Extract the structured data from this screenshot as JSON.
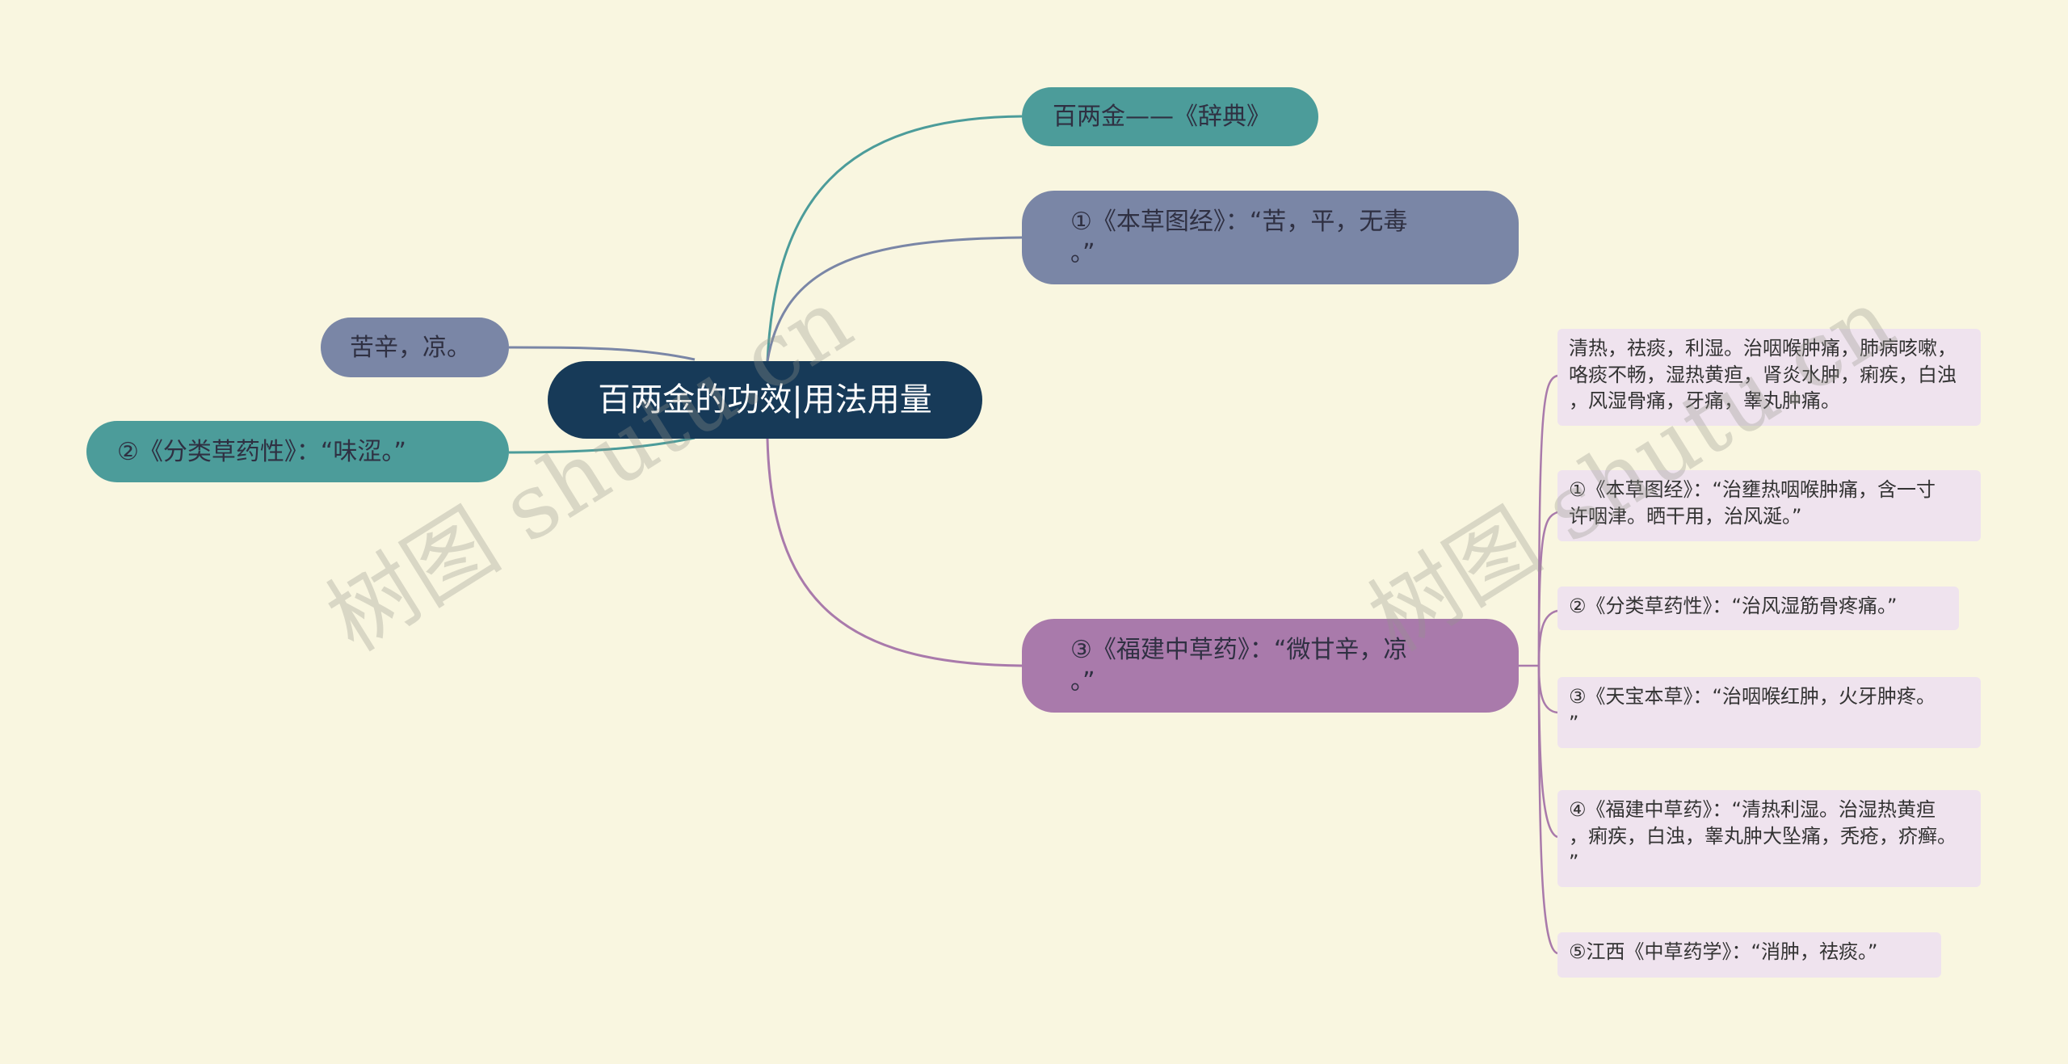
{
  "root": {
    "label": "百两金的功效|用法用量"
  },
  "left_nodes": [
    {
      "label": "苦辛，凉。"
    },
    {
      "label": "②《分类草药性》：“味涩。”"
    }
  ],
  "right_nodes": [
    {
      "label": "百两金——《辞典》"
    },
    {
      "label": "①《本草图经》：“苦，平，无毒\n。”"
    },
    {
      "label": "③《福建中草药》：“微甘辛，凉\n。”"
    }
  ],
  "leaves": [
    {
      "label": "清热，祛痰，利湿。治咽喉肿痛，肺病咳嗽，\n咯痰不畅，湿热黄疸，肾炎水肿，痢疾，白浊\n，风湿骨痛，牙痛，睾丸肿痛。"
    },
    {
      "label": "①《本草图经》：“治壅热咽喉肿痛，含一寸\n许咽津。晒干用，治风涎。”"
    },
    {
      "label": "②《分类草药性》：“治风湿筋骨疼痛。”"
    },
    {
      "label": "③《天宝本草》：“治咽喉红肿，火牙肿疼。\n”"
    },
    {
      "label": "④《福建中草药》：“清热利湿。治湿热黄疸\n，痢疾，白浊，睾丸肿大坠痛，秃疮，疥癣。\n”"
    },
    {
      "label": "⑤江西《中草药学》：“消肿，祛痰。”"
    }
  ],
  "watermarks": [
    "树图 shutu.cn",
    "树图 shutu.cn"
  ],
  "colors": {
    "background": "#f9f6e0",
    "root": "#173a58",
    "teal": "#4c9c9a",
    "slate": "#7a86a6",
    "violet": "#a97aab",
    "leaf": "#efe3ee"
  }
}
